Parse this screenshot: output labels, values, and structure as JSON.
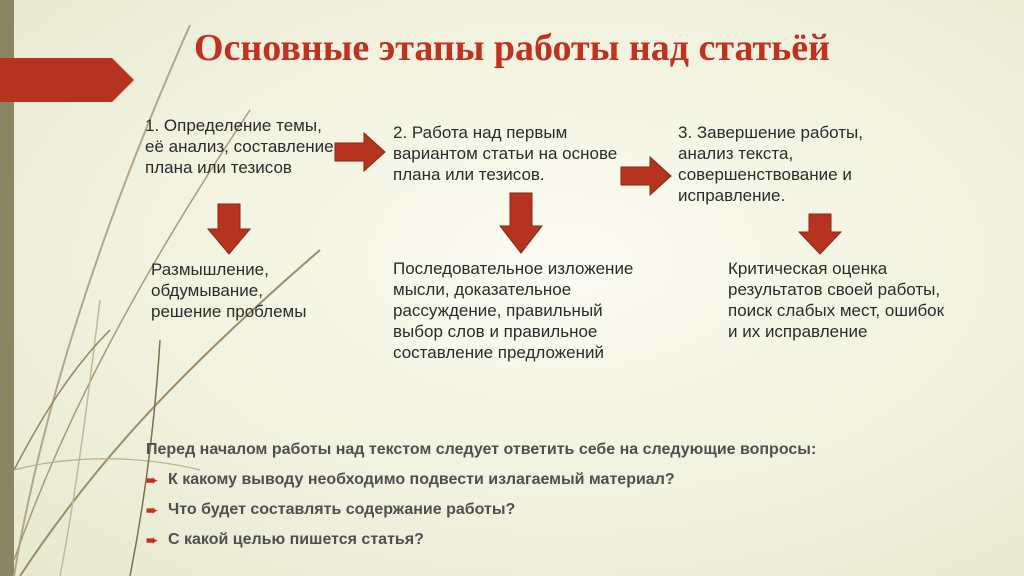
{
  "title": "Основные этапы работы над статьёй",
  "stages": [
    {
      "heading": "1. Определение темы, её анализ, составление плана или тезисов",
      "detail": "Размышление, обдумывание, решение проблемы"
    },
    {
      "heading": "2. Работа над первым вариантом статьи на основе плана или тезисов.",
      "detail": "Последовательное изложение мысли, доказательное рассуждение, правильный выбор слов и правильное составление предложений"
    },
    {
      "heading": "3. Завершение работы, анализ текста, совершенствование и исправление.",
      "detail": "Критическая оценка результатов своей работы, поиск слабых мест, ошибок и их исправление"
    }
  ],
  "questions": {
    "intro": "Перед началом работы над текстом следует ответить себе на следующие вопросы:",
    "items": [
      "К какому выводу необходимо подвести излагаемый материал?",
      "Что будет составлять содержание работы?",
      "С какой целью пишется статья?"
    ]
  },
  "colors": {
    "accent": "#c0311f",
    "arrow": "#b5331f",
    "sidebar": "#8b8561",
    "background": "#f3f3e2"
  }
}
